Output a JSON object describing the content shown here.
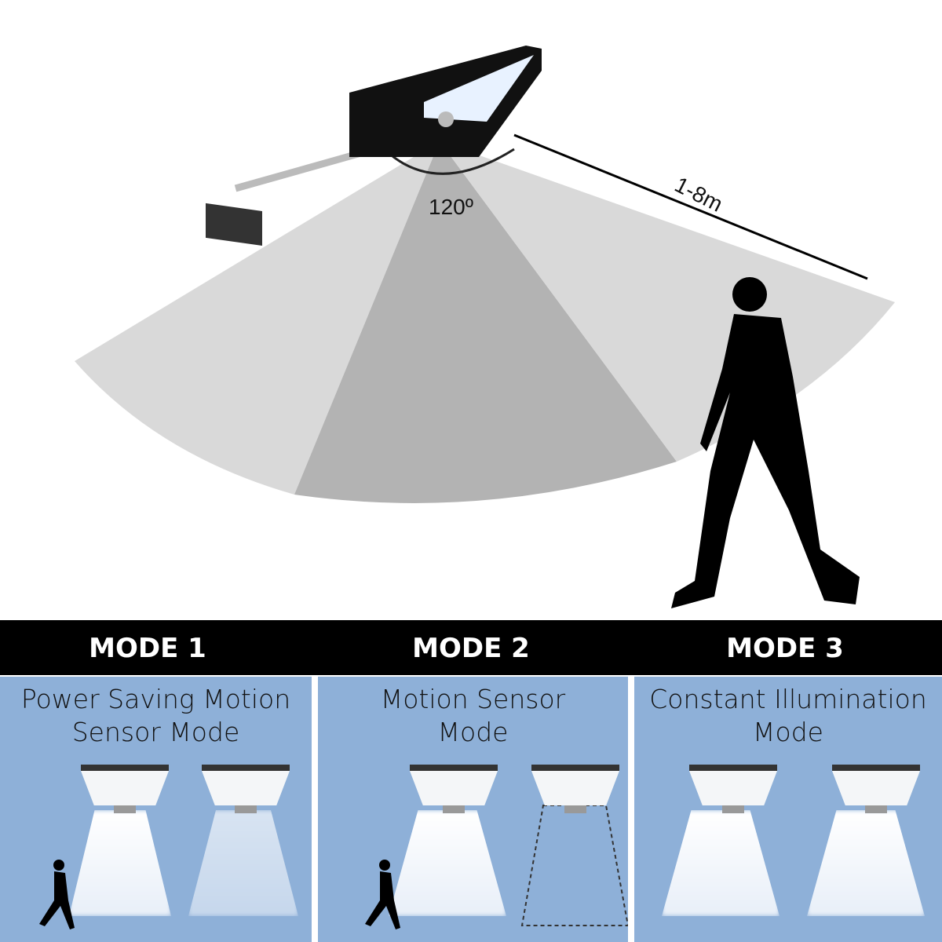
{
  "diagram": {
    "angle_label": "120º",
    "distance_label": "1-8m"
  },
  "modes": [
    {
      "title": "MODE 1",
      "description": [
        "Power Saving Motion",
        "Sensor Mode"
      ]
    },
    {
      "title": "MODE 2",
      "description": [
        "Motion Sensor",
        "Mode"
      ]
    },
    {
      "title": "MODE 3",
      "description": [
        "Constant Illumination",
        "Mode"
      ]
    }
  ],
  "colors": {
    "panel": "#8eb0d8",
    "bar": "#000000",
    "fan_light": "#d9d9d9",
    "fan_dark": "#b3b3b3"
  }
}
